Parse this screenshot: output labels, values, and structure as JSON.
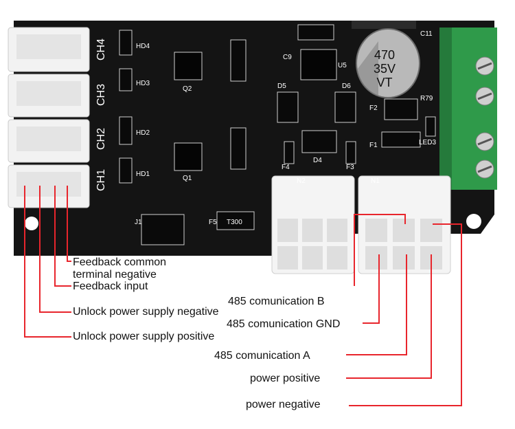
{
  "board": {
    "connector_labels": [
      "CH4",
      "CH3",
      "CH2",
      "CH1"
    ],
    "capacitor": {
      "line1": "470",
      "line2": "35V",
      "line3": "VT"
    },
    "silkscreen": {
      "n2": "N2",
      "n1": "N1",
      "f5": "F5",
      "t300": "T300",
      "j1": "J1",
      "q1": "Q1",
      "q2": "Q2",
      "u5": "U5",
      "d4": "D4",
      "d5": "D5",
      "d6": "D6",
      "led3": "LED3",
      "r79": "R79",
      "c11": "C11",
      "c9": "C9",
      "f1": "F1",
      "f2": "F2",
      "f3": "F3",
      "f4": "F4",
      "hd1": "HD1",
      "hd2": "HD2",
      "hd3": "HD3",
      "hd4": "HD4"
    }
  },
  "annotations": {
    "left": {
      "feedback_common_1": "Feedback common",
      "feedback_common_2": "terminal negative",
      "feedback_input": "Feedback input",
      "unlock_negative": "Unlock power supply negative",
      "unlock_positive": "Unlock power supply positive"
    },
    "right": {
      "rs485_b": "485 comunication B",
      "rs485_gnd": "485 comunication GND",
      "rs485_a": "485 comunication A",
      "power_positive": "power positive",
      "power_negative": "power negative"
    }
  },
  "colors": {
    "leader_line": "#e8252c",
    "board": "#141414",
    "terminal": "#2f9a4a",
    "connector": "#f2f2f2"
  }
}
